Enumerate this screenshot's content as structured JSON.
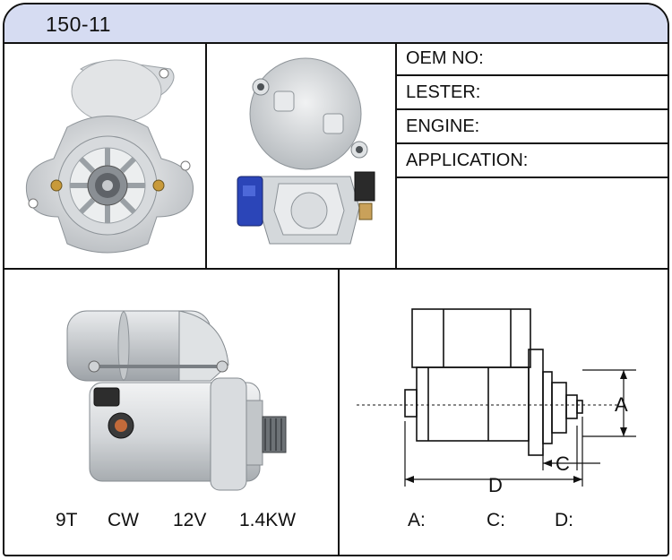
{
  "part_number": "150-11",
  "info_fields": [
    {
      "label": "OEM NO:"
    },
    {
      "label": "LESTER:"
    },
    {
      "label": "ENGINE:"
    },
    {
      "label": "APPLICATION:"
    }
  ],
  "specs": {
    "teeth": "9T",
    "rotation": "CW",
    "voltage": "12V",
    "power": "1.4KW"
  },
  "dimension_fields": [
    "A:",
    "C:",
    "D:"
  ],
  "drawing_labels": {
    "a": "A",
    "c": "C",
    "d": "D"
  },
  "icons": [
    "starter-front-view-image",
    "starter-rear-view-image",
    "starter-side-view-image",
    "dimension-drawing"
  ]
}
